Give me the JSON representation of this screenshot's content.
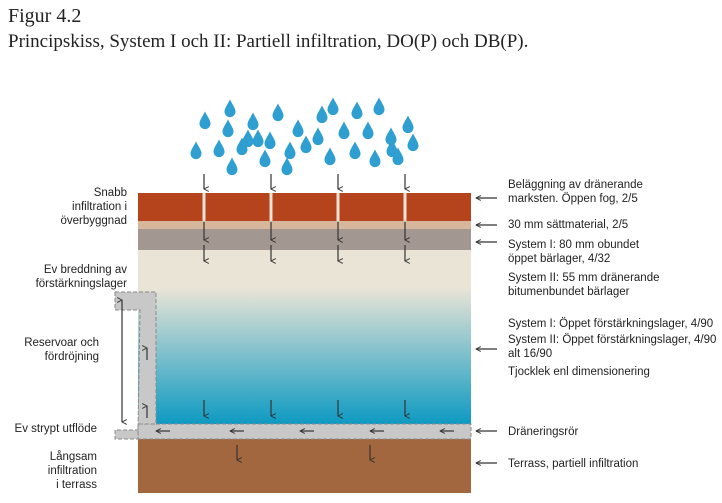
{
  "figure": {
    "title": "Figur 4.2",
    "subtitle": "Principskiss, System I och II: Partiell infiltration, DO(P) och DB(P)."
  },
  "left_labels": [
    {
      "id": "snabb-infiltration",
      "lines": [
        "Snabb",
        "infiltration i",
        "överbyggnad"
      ]
    },
    {
      "id": "ev-breddning",
      "lines": [
        "Ev breddning av",
        "förstärkningslager"
      ]
    },
    {
      "id": "reservoar",
      "lines": [
        "Reservoar och",
        "fördröjning"
      ]
    },
    {
      "id": "ev-strypt-utflode",
      "lines": [
        "Ev strypt utflöde"
      ]
    },
    {
      "id": "langsam-infiltration",
      "lines": [
        "Långsam",
        "infiltration",
        "i terrass"
      ]
    }
  ],
  "right_labels": [
    {
      "id": "belaggning",
      "lines": [
        "Beläggning av dränerande",
        "marksten. Öppen fog, 2/5"
      ]
    },
    {
      "id": "sattmaterial",
      "lines": [
        "30 mm sättmaterial, 2/5"
      ]
    },
    {
      "id": "system1-barlager",
      "lines": [
        "System I: 80 mm obundet",
        "öppet bärlager, 4/32"
      ]
    },
    {
      "id": "system2-barlager",
      "lines": [
        "System II: 55 mm dränerande",
        "bitumenbundet bärlager"
      ]
    },
    {
      "id": "forstarkningslager",
      "lines": [
        "System I: Öppet förstärkningslager, 4/90",
        "System II: Öppet förstärkningslager, 4/90",
        "alt 16/90",
        "Tjocklek enl dimensionering"
      ]
    },
    {
      "id": "draneringsror",
      "lines": [
        "Dräneringsrör"
      ]
    },
    {
      "id": "terrass",
      "lines": [
        "Terrass, partiell infiltration"
      ]
    }
  ],
  "colors": {
    "paving": "#b5431c",
    "setting_bed": "#d6b79c",
    "base_layer": "#a39891",
    "reservoir_top": "#e9e4d6",
    "reservoir_bottom": "#0e9ac2",
    "drain_pipe": "#c8c8c8",
    "subgrade": "#a2673e",
    "rain": "#2f9ed0",
    "arrow": "#333333"
  }
}
